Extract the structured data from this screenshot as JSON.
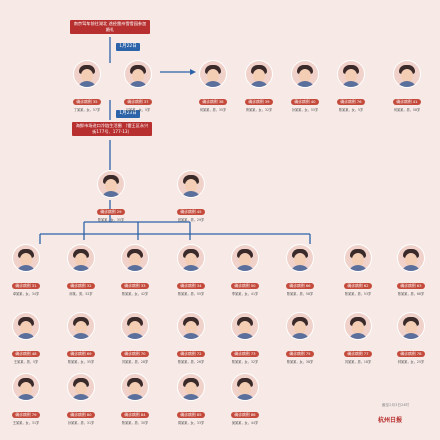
{
  "banner_top": "南京驾车前往湖北 途经雷州雪雪园参加婚礼",
  "date1": "1月22日",
  "date2": "1月23日",
  "banner_mid": "海鲜市场进口冷链生活圈 （雷王区永兴街177号、177-13）",
  "top_row": [
    {
      "tag": "确诊病例 35",
      "cap": "丁某某，女，57岁"
    },
    {
      "tag": "确诊病例 37",
      "cap": "吕某某，女，5岁"
    }
  ],
  "right_row": [
    {
      "tag": "确诊病例 38",
      "cap": "何某某，男，35岁"
    },
    {
      "tag": "确诊病例 39",
      "cap": "黄某某，女，32岁"
    },
    {
      "tag": "确诊病例 40",
      "cap": "孙某某，女，55岁"
    },
    {
      "tag": "确诊病例 76",
      "cap": "陈某某，女，5岁"
    },
    {
      "tag": "确诊病例 41",
      "cap": "何某某，男，58岁"
    }
  ],
  "mid_row": [
    {
      "tag": "确诊病例 29",
      "cap": "陈某某，女，35岁"
    },
    {
      "tag": "确诊病例 45",
      "cap": "张某某，男，29岁"
    }
  ],
  "row3": [
    {
      "tag": "确诊病例 31",
      "cap": "卓某某，女，34岁"
    },
    {
      "tag": "确诊病例 32",
      "cap": "邱某，男，52岁"
    },
    {
      "tag": "确诊病例 33",
      "cap": "陈某某，女，42岁"
    },
    {
      "tag": "确诊病例 34",
      "cap": "陈某某，男，55岁"
    },
    {
      "tag": "确诊病例 50",
      "cap": "李某某，女，41岁"
    },
    {
      "tag": "确诊病例 66",
      "cap": "陈某某，男，58岁"
    },
    {
      "tag": "确诊病例 62",
      "cap": "陈某某，男，53岁"
    },
    {
      "tag": "确诊病例 63",
      "cap": "陈某某，男，68岁"
    }
  ],
  "row4": [
    {
      "tag": "确诊病例 48",
      "cap": "王某某，男，5岁"
    },
    {
      "tag": "确诊病例 69",
      "cap": "陈某某，女，35岁"
    },
    {
      "tag": "确诊病例 70",
      "cap": "刘某某，男，28岁"
    },
    {
      "tag": "确诊病例 72",
      "cap": "陈某某，男，26岁"
    },
    {
      "tag": "确诊病例 73",
      "cap": "陈某某，女，32岁"
    },
    {
      "tag": "确诊病例 75",
      "cap": "陈某某，女，38岁"
    },
    {
      "tag": "确诊病例 77",
      "cap": "刘某某，男，18岁"
    },
    {
      "tag": "确诊病例 78",
      "cap": "林某某，女，25岁"
    }
  ],
  "row5": [
    {
      "tag": "确诊病例 79",
      "cap": "王某某，女，31岁"
    },
    {
      "tag": "确诊病例 80",
      "cap": "孙某某，男，31岁"
    },
    {
      "tag": "确诊病例 84",
      "cap": "陈某某，男，30岁"
    },
    {
      "tag": "确诊病例 85",
      "cap": "周某某，女，33岁"
    },
    {
      "tag": "确诊病例 86",
      "cap": "吴某某，女，44岁"
    }
  ],
  "footnote": "截至2月3日24时",
  "logo": "杭州日报"
}
